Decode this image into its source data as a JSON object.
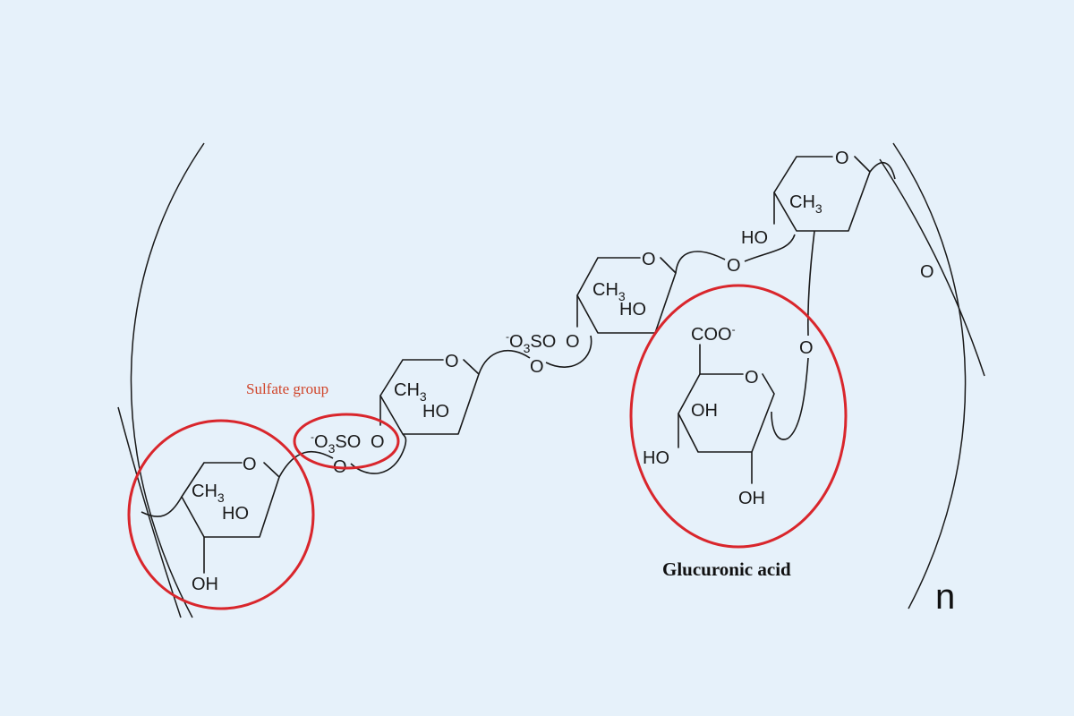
{
  "labels": {
    "sulfate_group": "Sulfate group",
    "glucuronic_acid": "Glucuronic acid",
    "repeat": "n"
  },
  "atoms": {
    "o": "O",
    "oh": "OH",
    "ho": "HO",
    "ch": "CH",
    "three": "3",
    "so": "SO",
    "o_prefix": "O",
    "coo": "COO",
    "neg": "-"
  },
  "colors": {
    "background": "#e6f1fa",
    "highlight": "#d9262c",
    "bond": "#1a1a1a"
  }
}
